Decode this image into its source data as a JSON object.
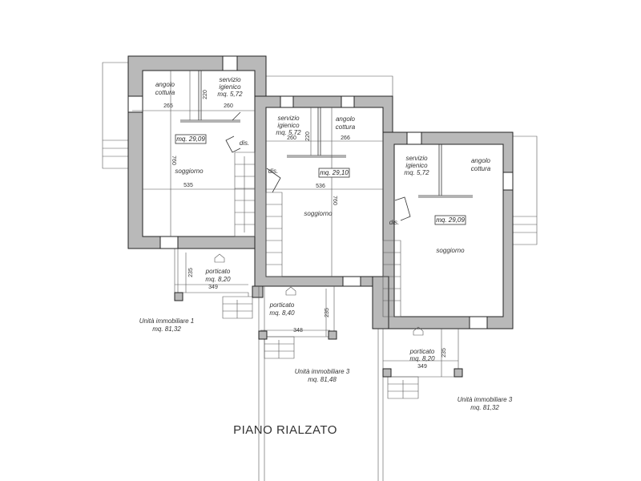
{
  "title": "PIANO RIALZATO",
  "units": [
    {
      "name": "Unità immobiliare 1",
      "area": "mq. 81,32",
      "rooms": {
        "kitchen": [
          "angolo",
          "cottura"
        ],
        "bath": [
          "servizio",
          "igienico",
          "mq. 5,72"
        ],
        "living": "soggiorno",
        "living_area": "mq. 29,09",
        "hall": "dis.",
        "porch": [
          "porticato",
          "mq. 8,20"
        ]
      },
      "dims": {
        "kitchen_w": "265",
        "bath_w": "260",
        "bath_h": "220",
        "living_w": "535",
        "living_h": "760",
        "porch_w": "349",
        "porch_h": "235"
      }
    },
    {
      "name": "Unità immobiliare 3",
      "area": "mq. 81,48",
      "rooms": {
        "kitchen": [
          "angolo",
          "cottura"
        ],
        "bath": [
          "servizio",
          "igienico",
          "mq. 5,72"
        ],
        "living": "soggiorno",
        "living_area": "mq. 29,10",
        "hall": "dis.",
        "porch": [
          "porticato",
          "mq. 8,40"
        ]
      },
      "dims": {
        "kitchen_w": "266",
        "bath_w": "260",
        "bath_h": "220",
        "living_w": "536",
        "living_h": "760",
        "porch_w": "348",
        "porch_h": "235"
      }
    },
    {
      "name": "Unità immobiliare 3",
      "area": "mq. 81,32",
      "rooms": {
        "kitchen": [
          "angolo",
          "cottura"
        ],
        "bath": [
          "servizio",
          "igienico",
          "mq. 5,72"
        ],
        "living": "soggiorno",
        "living_area": "mq. 29,09",
        "hall": "dis.",
        "porch": [
          "porticato",
          "mq. 8,20"
        ]
      },
      "dims": {
        "porch_w": "349",
        "porch_h": "235"
      }
    }
  ]
}
